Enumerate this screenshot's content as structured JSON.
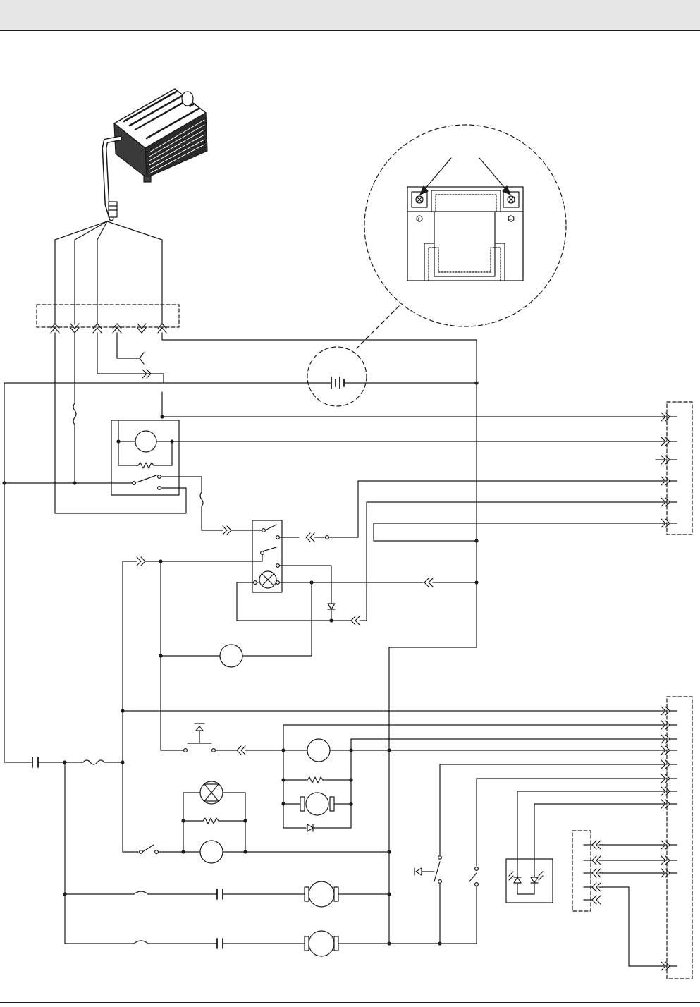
{
  "page": {
    "header_text": "",
    "footer_text": ""
  },
  "diagram": {
    "components": [
      "charger-unit-illustration",
      "charger-connector",
      "battery-symbol",
      "battery-detail-callout",
      "fan-motor",
      "relay-box",
      "key-switch-lamp-box",
      "hour-meter",
      "horn-button",
      "brake-lamp",
      "brake-resistor",
      "pump-motor",
      "warning-lamp",
      "seat-switch",
      "traction-motor-left",
      "traction-motor-right",
      "tilt-switch",
      "sensor-module",
      "main-connector-top",
      "main-connector-bottom"
    ],
    "battery_terminals": [
      "+",
      "−"
    ]
  },
  "colors": {
    "line": "#1a1a1a",
    "header_band": "#e6e6e6",
    "background": "#ffffff",
    "illustration_fill": "#222222"
  }
}
